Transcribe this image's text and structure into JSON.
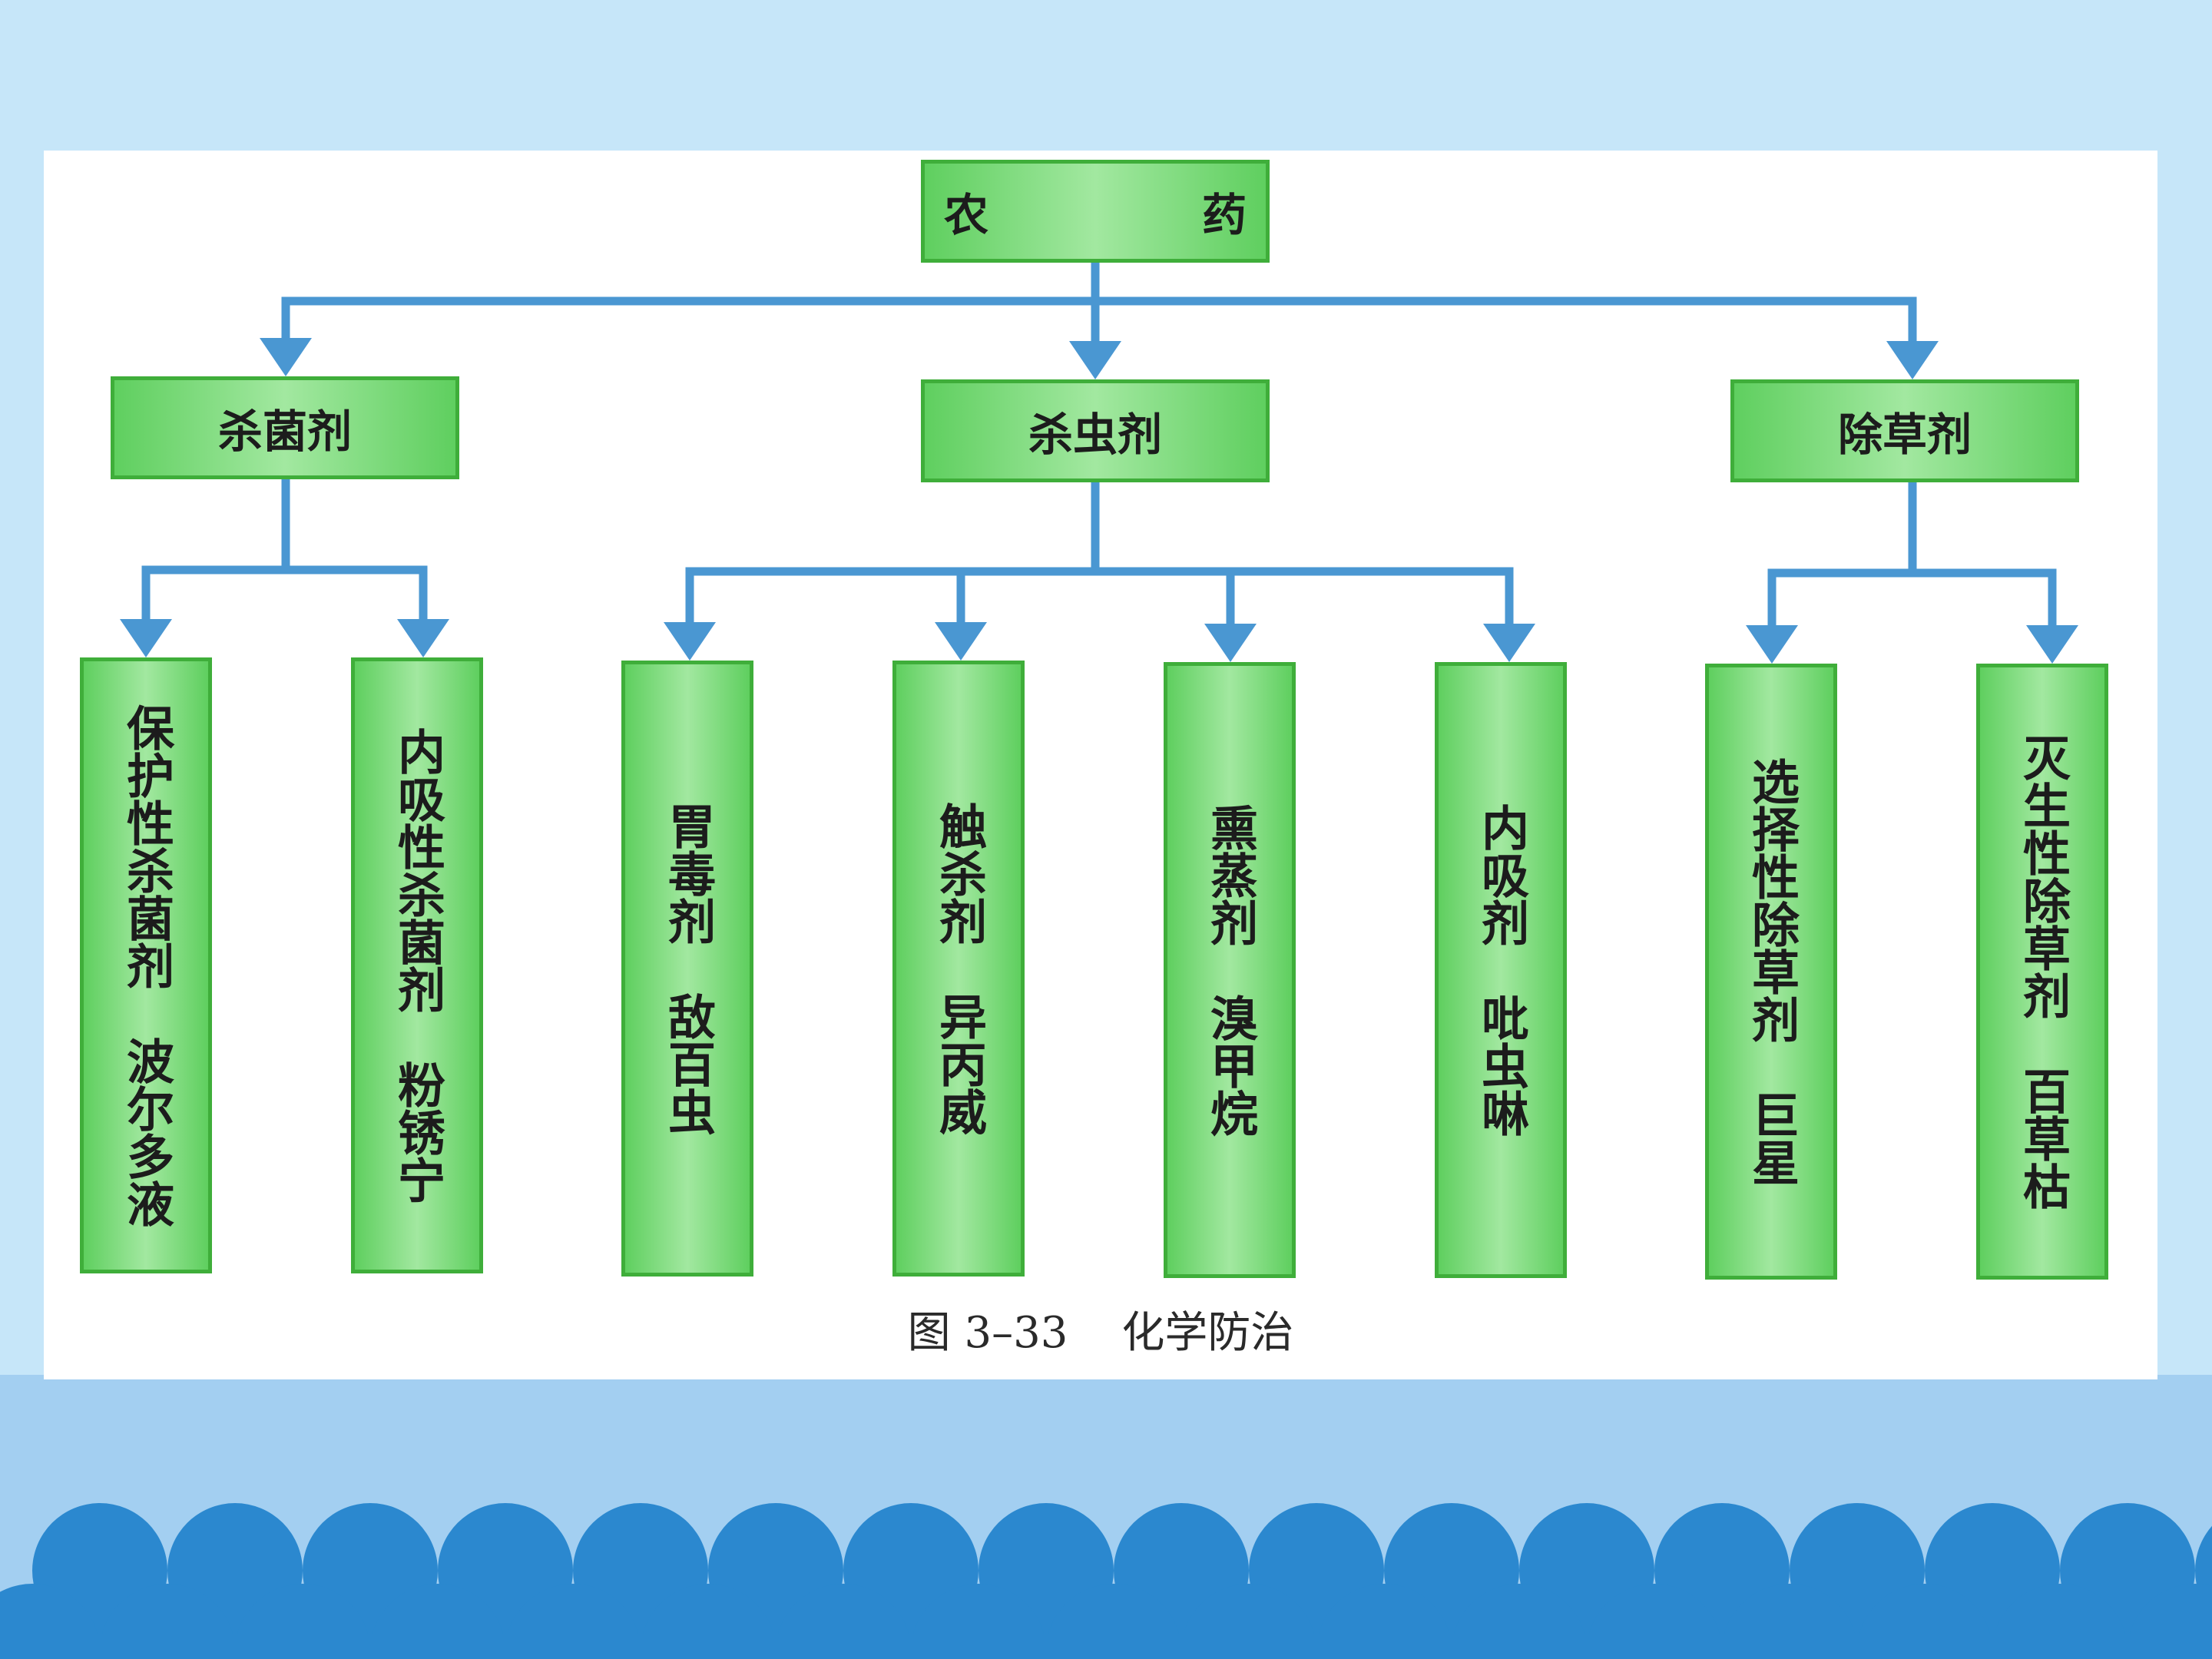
{
  "colors": {
    "page_background": "#c6e6f9",
    "lower_band": "#a3cff1",
    "scallop": "#2b88cf",
    "node_fill": "#7fdc7d",
    "node_border": "#3fae3a",
    "connector": "#4a97d2"
  },
  "diagram": {
    "root": "农　药",
    "categories": [
      {
        "label": "杀菌剂",
        "children": [
          {
            "label": "保护性杀菌剂　波尔多液"
          },
          {
            "label": "内吸性杀菌剂　粉锈宁"
          }
        ]
      },
      {
        "label": "杀虫剂",
        "children": [
          {
            "label": "胃毒剂　敌百虫"
          },
          {
            "label": "触杀剂　异丙威"
          },
          {
            "label": "熏蒸剂　溴甲烷"
          },
          {
            "label": "内吸剂　吡虫啉"
          }
        ]
      },
      {
        "label": "除草剂",
        "children": [
          {
            "label": "选择性除草剂　巨星"
          },
          {
            "label": "灭生性除草剂　百草枯"
          }
        ]
      }
    ]
  },
  "caption": {
    "figure_number": "图 3–33",
    "title": "化学防治"
  }
}
